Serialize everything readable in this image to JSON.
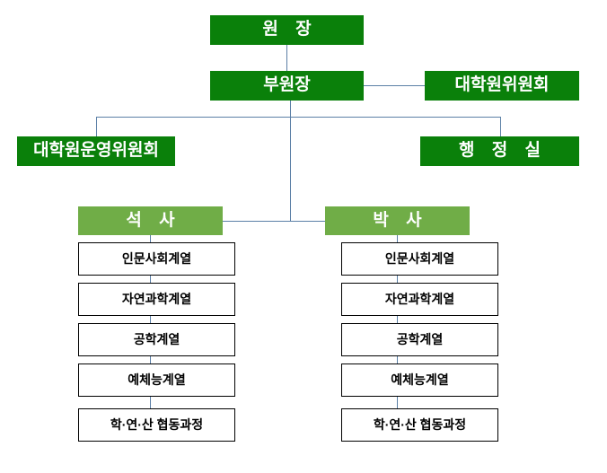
{
  "chart": {
    "title_text": "",
    "colors": {
      "exec_box": "#0a800a",
      "degree_box": "#70ad47",
      "leaf_box": "#ffffff",
      "leaf_border": "#000000",
      "connector": "#5b7fa6",
      "exec_text": "#ffffff",
      "leaf_text": "#000000",
      "background": "#ffffff"
    },
    "nodes": {
      "director": "원  장",
      "vice_director": "부원장",
      "graduate_committee": "대학원위원회",
      "graduate_operating_committee": "대학원운영위원회",
      "administrative_office": "행 정 실",
      "masters": "석  사",
      "doctorate": "박  사"
    },
    "masters_programs": [
      "인문사회계열",
      "자연과학계열",
      "공학계열",
      "예체능계열",
      "학·연·산 협동과정"
    ],
    "doctorate_programs": [
      "인문사회계열",
      "자연과학계열",
      "공학계열",
      "예체능계열",
      "학·연·산 협동과정"
    ]
  }
}
